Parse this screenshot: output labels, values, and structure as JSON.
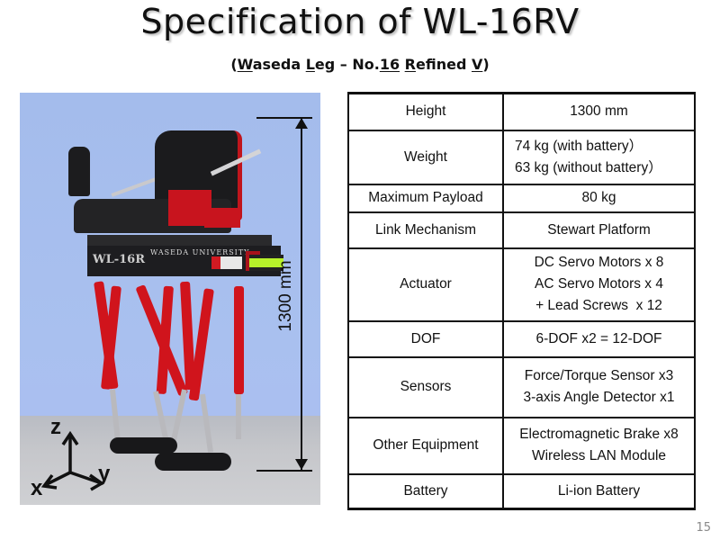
{
  "slide": {
    "title": "Specification of WL-16RV",
    "subtitle": {
      "open": "(",
      "parts": [
        {
          "u": "W",
          "t": "aseda "
        },
        {
          "u": "L",
          "t": "eg – No."
        },
        {
          "u": "16",
          "t": " "
        },
        {
          "u": "R",
          "t": "efined "
        },
        {
          "u": "V",
          "t": ""
        }
      ],
      "close": ")"
    },
    "page_number": "15"
  },
  "photo": {
    "dimension_label": "1300 mm",
    "body_label": "WASEDA UNIVERSITY",
    "logo_text": "WL-16R",
    "axes": {
      "z": "z",
      "x": "x",
      "y": "y"
    },
    "colors": {
      "sky": "#a7bfee",
      "floor": "#c6c7cb",
      "legs": "#d0141c",
      "accent_green": "#b7f22a"
    }
  },
  "spec_table": {
    "rows": [
      {
        "key": "Height",
        "values": [
          "1300 mm"
        ]
      },
      {
        "key": "Weight",
        "values": [
          "74 kg (with battery）",
          "63 kg (without battery）"
        ]
      },
      {
        "key": "Maximum Payload",
        "values": [
          "80 kg"
        ]
      },
      {
        "key": "Link Mechanism",
        "values": [
          "Stewart Platform"
        ]
      },
      {
        "key": "Actuator",
        "values": [
          "DC Servo Motors x 8",
          "AC Servo Motors x 4",
          "+ Lead Screws  x 12"
        ]
      },
      {
        "key": "DOF",
        "values": [
          "6-DOF x2 = 12-DOF"
        ]
      },
      {
        "key": "Sensors",
        "values": [
          "Force/Torque Sensor x3",
          "3-axis Angle Detector x1"
        ]
      },
      {
        "key": "Other Equipment",
        "values": [
          "Electromagnetic Brake x8",
          "Wireless LAN Module"
        ]
      },
      {
        "key": "Battery",
        "values": [
          "Li-ion Battery"
        ]
      }
    ]
  }
}
